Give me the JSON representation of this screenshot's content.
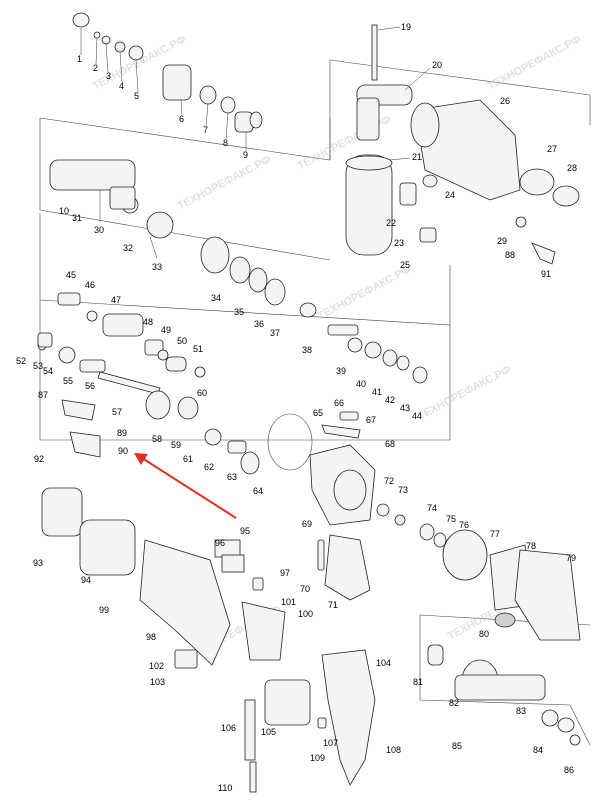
{
  "labels": [
    "1",
    "2",
    "3",
    "4",
    "5",
    "6",
    "7",
    "8",
    "9",
    "10",
    "19",
    "20",
    "21",
    "22",
    "23",
    "24",
    "25",
    "26",
    "27",
    "28",
    "29",
    "30",
    "31",
    "32",
    "33",
    "34",
    "35",
    "36",
    "37",
    "38",
    "39",
    "40",
    "41",
    "42",
    "43",
    "44",
    "45",
    "46",
    "47",
    "48",
    "49",
    "50",
    "51",
    "52",
    "53",
    "54",
    "55",
    "56",
    "57",
    "58",
    "59",
    "60",
    "61",
    "62",
    "63",
    "64",
    "65",
    "66",
    "67",
    "68",
    "69",
    "70",
    "71",
    "72",
    "73",
    "74",
    "75",
    "76",
    "77",
    "78",
    "79",
    "80",
    "81",
    "82",
    "83",
    "84",
    "85",
    "86",
    "87",
    "88",
    "89",
    "90",
    "91",
    "92",
    "93",
    "94",
    "95",
    "96",
    "97",
    "98",
    "99",
    "100",
    "101",
    "102",
    "103",
    "104",
    "105",
    "106",
    "107",
    "108",
    "109",
    "110"
  ],
  "watermarks": [
    "ТЕХНОРЕФАКС.РФ",
    "ТЕХНОРЕФАКС.РФ",
    "ТЕХНОРЕФАКС.РФ",
    "ТЕХНОРЕФАКС.РФ",
    "ТЕХНОРЕФАКС.РФ",
    "ТЕХНОРЕФАКС.РФ",
    "ТЕХНОРЕФАКС.РФ",
    "ТЕХНОРЕФАКС.РФ"
  ],
  "colors": {
    "arrow": "#e03020",
    "line": "#222222",
    "part_fill": "#f4f4f4",
    "watermark": "#c9c9c9"
  },
  "annotation": {
    "type": "arrow",
    "target": "90"
  }
}
